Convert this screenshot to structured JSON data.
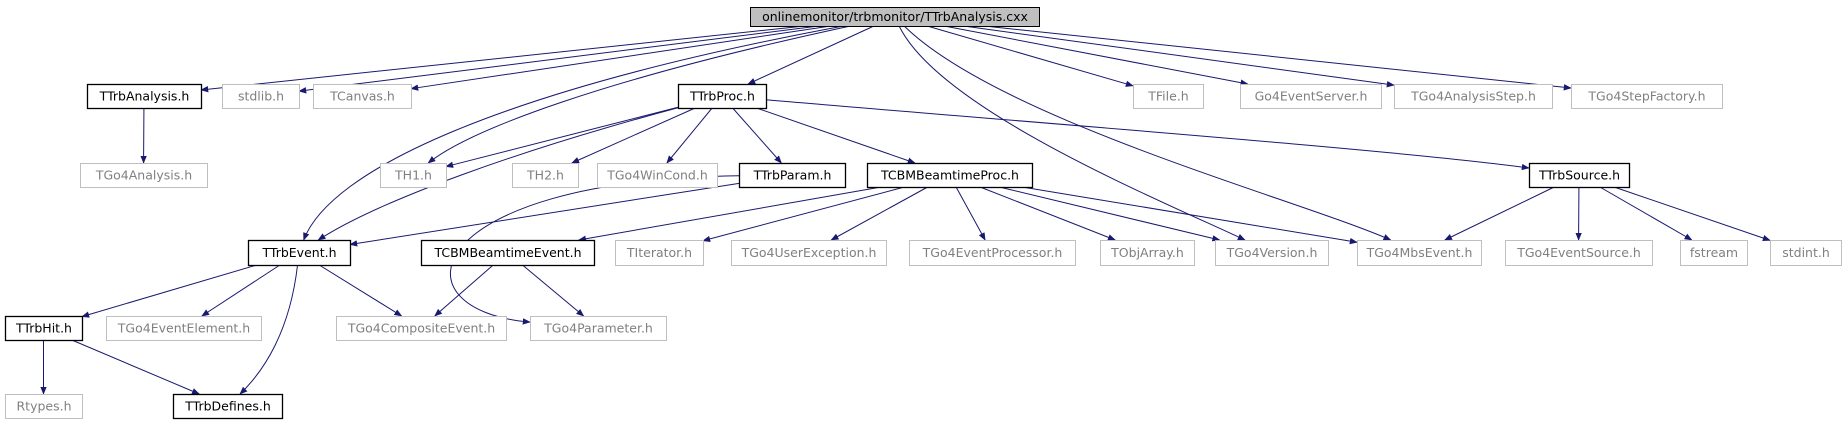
{
  "diagram": {
    "edge_color": "#191970",
    "root_fill": "#bfbfbf",
    "external_border": "#bfbfbf",
    "external_text": "#808080",
    "nodes": [
      {
        "id": "root",
        "label": "onlinemonitor/trbmonitor/TTrbAnalysis.cxx",
        "kind": "root"
      },
      {
        "id": "TTrbAnalysis_h",
        "label": "TTrbAnalysis.h",
        "kind": "local"
      },
      {
        "id": "stdlib_h",
        "label": "stdlib.h",
        "kind": "external"
      },
      {
        "id": "TCanvas_h",
        "label": "TCanvas.h",
        "kind": "external"
      },
      {
        "id": "TTrbProc_h",
        "label": "TTrbProc.h",
        "kind": "local"
      },
      {
        "id": "TFile_h",
        "label": "TFile.h",
        "kind": "external"
      },
      {
        "id": "Go4EventServer_h",
        "label": "Go4EventServer.h",
        "kind": "external"
      },
      {
        "id": "TGo4AnalysisStep_h",
        "label": "TGo4AnalysisStep.h",
        "kind": "external"
      },
      {
        "id": "TGo4StepFactory_h",
        "label": "TGo4StepFactory.h",
        "kind": "external"
      },
      {
        "id": "TGo4Analysis_h",
        "label": "TGo4Analysis.h",
        "kind": "external"
      },
      {
        "id": "TH1_h",
        "label": "TH1.h",
        "kind": "external"
      },
      {
        "id": "TH2_h",
        "label": "TH2.h",
        "kind": "external"
      },
      {
        "id": "TGo4WinCond_h",
        "label": "TGo4WinCond.h",
        "kind": "external"
      },
      {
        "id": "TTrbParam_h",
        "label": "TTrbParam.h",
        "kind": "local"
      },
      {
        "id": "TCBMBeamtimeProc_h",
        "label": "TCBMBeamtimeProc.h",
        "kind": "local"
      },
      {
        "id": "TTrbSource_h",
        "label": "TTrbSource.h",
        "kind": "local"
      },
      {
        "id": "TTrbEvent_h",
        "label": "TTrbEvent.h",
        "kind": "local"
      },
      {
        "id": "TCBMBeamtimeEvent_h",
        "label": "TCBMBeamtimeEvent.h",
        "kind": "local"
      },
      {
        "id": "TIterator_h",
        "label": "TIterator.h",
        "kind": "external"
      },
      {
        "id": "TGo4UserException_h",
        "label": "TGo4UserException.h",
        "kind": "external"
      },
      {
        "id": "TGo4EventProcessor_h",
        "label": "TGo4EventProcessor.h",
        "kind": "external"
      },
      {
        "id": "TObjArray_h",
        "label": "TObjArray.h",
        "kind": "external"
      },
      {
        "id": "TGo4Version_h",
        "label": "TGo4Version.h",
        "kind": "external"
      },
      {
        "id": "TGo4MbsEvent_h",
        "label": "TGo4MbsEvent.h",
        "kind": "external"
      },
      {
        "id": "TGo4EventSource_h",
        "label": "TGo4EventSource.h",
        "kind": "external"
      },
      {
        "id": "fstream",
        "label": "fstream",
        "kind": "external"
      },
      {
        "id": "stdint_h",
        "label": "stdint.h",
        "kind": "external"
      },
      {
        "id": "TTrbHit_h",
        "label": "TTrbHit.h",
        "kind": "local"
      },
      {
        "id": "TGo4EventElement_h",
        "label": "TGo4EventElement.h",
        "kind": "external"
      },
      {
        "id": "TGo4CompositeEvent_h",
        "label": "TGo4CompositeEvent.h",
        "kind": "external"
      },
      {
        "id": "TGo4Parameter_h",
        "label": "TGo4Parameter.h",
        "kind": "external"
      },
      {
        "id": "Rtypes_h",
        "label": "Rtypes.h",
        "kind": "external"
      },
      {
        "id": "TTrbDefines_h",
        "label": "TTrbDefines.h",
        "kind": "local"
      }
    ],
    "edges": [
      [
        "root",
        "TTrbAnalysis_h"
      ],
      [
        "root",
        "stdlib_h"
      ],
      [
        "root",
        "TCanvas_h"
      ],
      [
        "root",
        "TTrbProc_h"
      ],
      [
        "root",
        "TFile_h"
      ],
      [
        "root",
        "Go4EventServer_h"
      ],
      [
        "root",
        "TGo4AnalysisStep_h"
      ],
      [
        "root",
        "TGo4StepFactory_h"
      ],
      [
        "root",
        "TH1_h"
      ],
      [
        "root",
        "TTrbEvent_h"
      ],
      [
        "root",
        "TGo4Version_h"
      ],
      [
        "root",
        "TGo4MbsEvent_h"
      ],
      [
        "TTrbAnalysis_h",
        "TGo4Analysis_h"
      ],
      [
        "TTrbProc_h",
        "TH1_h"
      ],
      [
        "TTrbProc_h",
        "TH2_h"
      ],
      [
        "TTrbProc_h",
        "TGo4WinCond_h"
      ],
      [
        "TTrbProc_h",
        "TTrbParam_h"
      ],
      [
        "TTrbProc_h",
        "TCBMBeamtimeProc_h"
      ],
      [
        "TTrbProc_h",
        "TTrbSource_h"
      ],
      [
        "TTrbProc_h",
        "TTrbEvent_h"
      ],
      [
        "TTrbParam_h",
        "TTrbEvent_h"
      ],
      [
        "TTrbParam_h",
        "TGo4Parameter_h"
      ],
      [
        "TCBMBeamtimeProc_h",
        "TCBMBeamtimeEvent_h"
      ],
      [
        "TCBMBeamtimeProc_h",
        "TIterator_h"
      ],
      [
        "TCBMBeamtimeProc_h",
        "TGo4UserException_h"
      ],
      [
        "TCBMBeamtimeProc_h",
        "TGo4EventProcessor_h"
      ],
      [
        "TCBMBeamtimeProc_h",
        "TObjArray_h"
      ],
      [
        "TCBMBeamtimeProc_h",
        "TGo4Version_h"
      ],
      [
        "TCBMBeamtimeProc_h",
        "TGo4MbsEvent_h"
      ],
      [
        "TTrbSource_h",
        "TGo4MbsEvent_h"
      ],
      [
        "TTrbSource_h",
        "TGo4EventSource_h"
      ],
      [
        "TTrbSource_h",
        "fstream"
      ],
      [
        "TTrbSource_h",
        "stdint_h"
      ],
      [
        "TTrbEvent_h",
        "TTrbHit_h"
      ],
      [
        "TTrbEvent_h",
        "TGo4EventElement_h"
      ],
      [
        "TTrbEvent_h",
        "TGo4CompositeEvent_h"
      ],
      [
        "TTrbEvent_h",
        "TTrbDefines_h"
      ],
      [
        "TCBMBeamtimeEvent_h",
        "TGo4CompositeEvent_h"
      ],
      [
        "TCBMBeamtimeEvent_h",
        "TGo4Parameter_h"
      ],
      [
        "TTrbHit_h",
        "Rtypes_h"
      ],
      [
        "TTrbHit_h",
        "TTrbDefines_h"
      ]
    ]
  }
}
